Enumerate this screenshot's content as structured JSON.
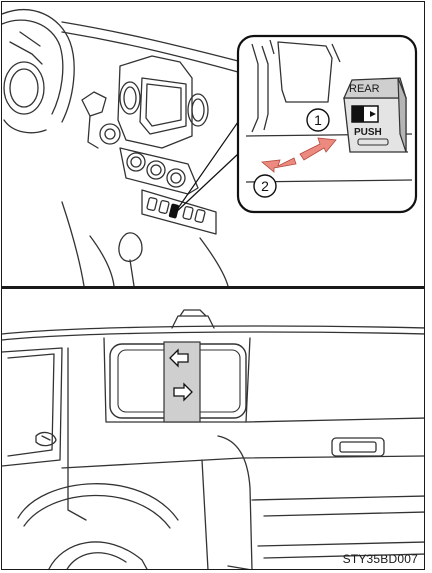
{
  "figure": {
    "top_panel": {
      "switch_label_top": "REAR",
      "switch_label_bottom": "PUSH",
      "step_1": "1",
      "step_2": "2",
      "arrow_colors": {
        "step_1": "#ec8a7f",
        "step_2": "#ec8a7f"
      }
    },
    "bottom_panel": {},
    "caption": "STY35BD007"
  }
}
